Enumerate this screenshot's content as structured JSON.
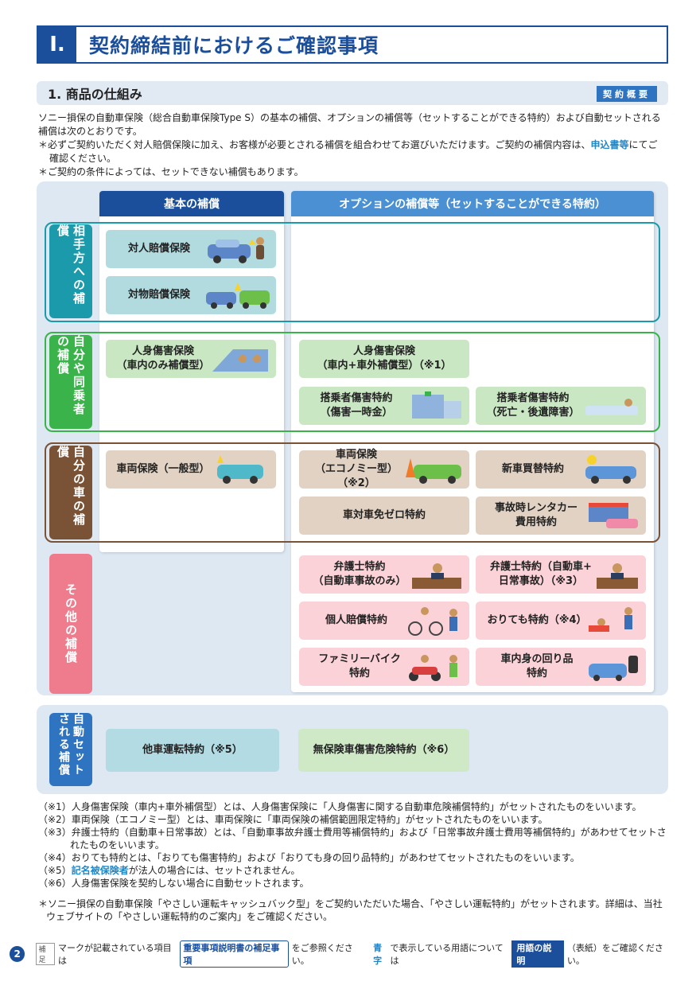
{
  "header": {
    "num": "I.",
    "title": "契約締結前におけるご確認事項"
  },
  "section": {
    "title": "1. 商品の仕組み",
    "badge": "契約概要"
  },
  "intro": {
    "line1": "ソニー損保の自動車保険（総合自動車保険Type S）の基本の補償、オプションの補償等（セットすることができる特約）および自動セットされる補償は次のとおりです。",
    "line2_a": "＊必ずご契約いただく対人賠償保険に加え、お客様が必要とされる補償を組合わせてお選びいただけます。ご契約の補償内容は、",
    "line2_link": "申込書等",
    "line2_b": "にてご確認ください。",
    "line3": "＊ご契約の条件によっては、セットできない補償もあります。"
  },
  "columns": {
    "basic": "基本の補償",
    "option": "オプションの補償等（セットすることができる特約）"
  },
  "categories": {
    "c1": "相手方への補償",
    "c2": "自分や同乗者の補償",
    "c3": "自分の車の補償",
    "c4": "その他の補償",
    "c5": "自動セットされる補償"
  },
  "boxes": {
    "taijin": "対人賠償保険",
    "taibutsu": "対物賠償保険",
    "jinshin_basic": "人身傷害保険\n（車内のみ補償型）",
    "jinshin_opt": "人身傷害保険\n（車内+車外補償型）（※1）",
    "tojo1": "搭乗者傷害特約\n（傷害一時金）",
    "tojo2": "搭乗者傷害特約\n（死亡・後遺障害）",
    "sharyo_basic": "車両保険（一般型）",
    "sharyo_eco": "車両保険\n（エコノミー型）（※2）",
    "shinsha": "新車買替特約",
    "menseki": "車対車免ゼロ特約",
    "rental": "事故時レンタカー\n費用特約",
    "bengo1": "弁護士特約\n（自動車事故のみ）",
    "bengo2": "弁護士特約（自動車+\n日常事故）（※3）",
    "kojin": "個人賠償特約",
    "oritemo": "おりても特約（※4）",
    "bike": "ファミリーバイク\n特約",
    "mawari": "車内身の回り品\n特約",
    "tasha": "他車運転特約（※5）",
    "muhoken": "無保険車傷害危険特約（※6）"
  },
  "notes": {
    "n1": "（※1）人身傷害保険（車内+車外補償型）とは、人身傷害保険に「人身傷害に関する自動車危険補償特約」がセットされたものをいいます。",
    "n2": "（※2）車両保険（エコノミー型）とは、車両保険に「車両保険の補償範囲限定特約」がセットされたものをいいます。",
    "n3": "（※3）弁護士特約（自動車+日常事故）とは、「自動車事故弁護士費用等補償特約」および「日常事故弁護士費用等補償特約」があわせてセットされたものをいいます。",
    "n4": "（※4）おりても特約とは、「おりても傷害特約」および「おりても身の回り品特約」があわせてセットされたものをいいます。",
    "n5_a": "（※5）",
    "n5_link": "記名被保険者",
    "n5_b": "が法人の場合には、セットされません。",
    "n6": "（※6）人身傷害保険を契約しない場合に自動セットされます。",
    "foot": "＊ソニー損保の自動車保険「やさしい運転キャッシュバック型」をご契約いただいた場合、「やさしい運転特約」がセットされます。詳細は、当社ウェブサイトの「やさしい運転特約のご案内」をご確認ください。"
  },
  "footer": {
    "page": "2",
    "hosoku": "補足",
    "t1": "マークが記載されている項目は",
    "tag1": "重要事項説明書の補足事項",
    "t2": "をご参照ください。",
    "blue_word": "青字",
    "t3": "で表示している用語については",
    "tag2": "用語の説明",
    "t4": "（表紙）をご確認ください。"
  },
  "colors": {
    "navy": "#1b4f9c",
    "teal": "#1a9aaa",
    "green": "#3ab44a",
    "brown": "#7a5235",
    "pink": "#ee7c8c",
    "blue": "#2f74c0"
  }
}
